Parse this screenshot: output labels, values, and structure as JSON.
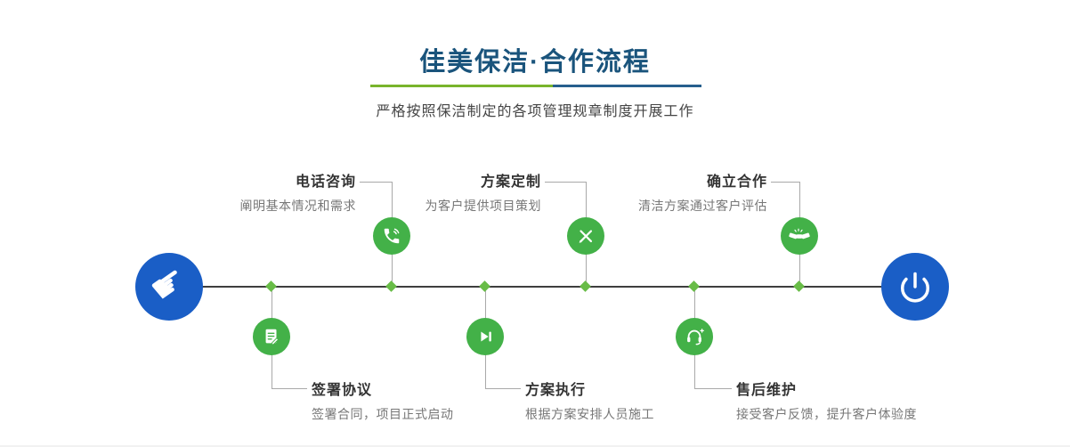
{
  "header": {
    "title": "佳美保洁·合作流程",
    "subtitle": "严格按照保洁制定的各项管理规章制度开展工作"
  },
  "colors": {
    "title_blue": "#1a547c",
    "underline_green": "#79b42c",
    "underline_blue": "#265f8d",
    "node_green": "#43b148",
    "diamond_green": "#68bc47",
    "endpoint_blue": "#1a5ec6",
    "timeline_dark": "#3e3e3e"
  },
  "icons": {
    "pointer_glyph": "☛",
    "start": "pointer-hand-icon",
    "end": "power-icon"
  },
  "steps": [
    {
      "label": "电话咨询",
      "desc": "阐明基本情况和需求",
      "icon": "phone-icon",
      "position": "top"
    },
    {
      "label": "方案定制",
      "desc": "为客户提供项目策划",
      "icon": "design-tools-icon",
      "position": "top"
    },
    {
      "label": "确立合作",
      "desc": "清洁方案通过客户评估",
      "icon": "handshake-icon",
      "position": "top"
    },
    {
      "label": "签署协议",
      "desc": "签署合同，项目正式启动",
      "icon": "contract-icon",
      "position": "bottom"
    },
    {
      "label": "方案执行",
      "desc": "根据方案安排人员施工",
      "icon": "play-next-icon",
      "position": "bottom"
    },
    {
      "label": "售后维护",
      "desc": "接受客户反馈，提升客户体验度",
      "icon": "headset-icon",
      "position": "bottom"
    }
  ]
}
